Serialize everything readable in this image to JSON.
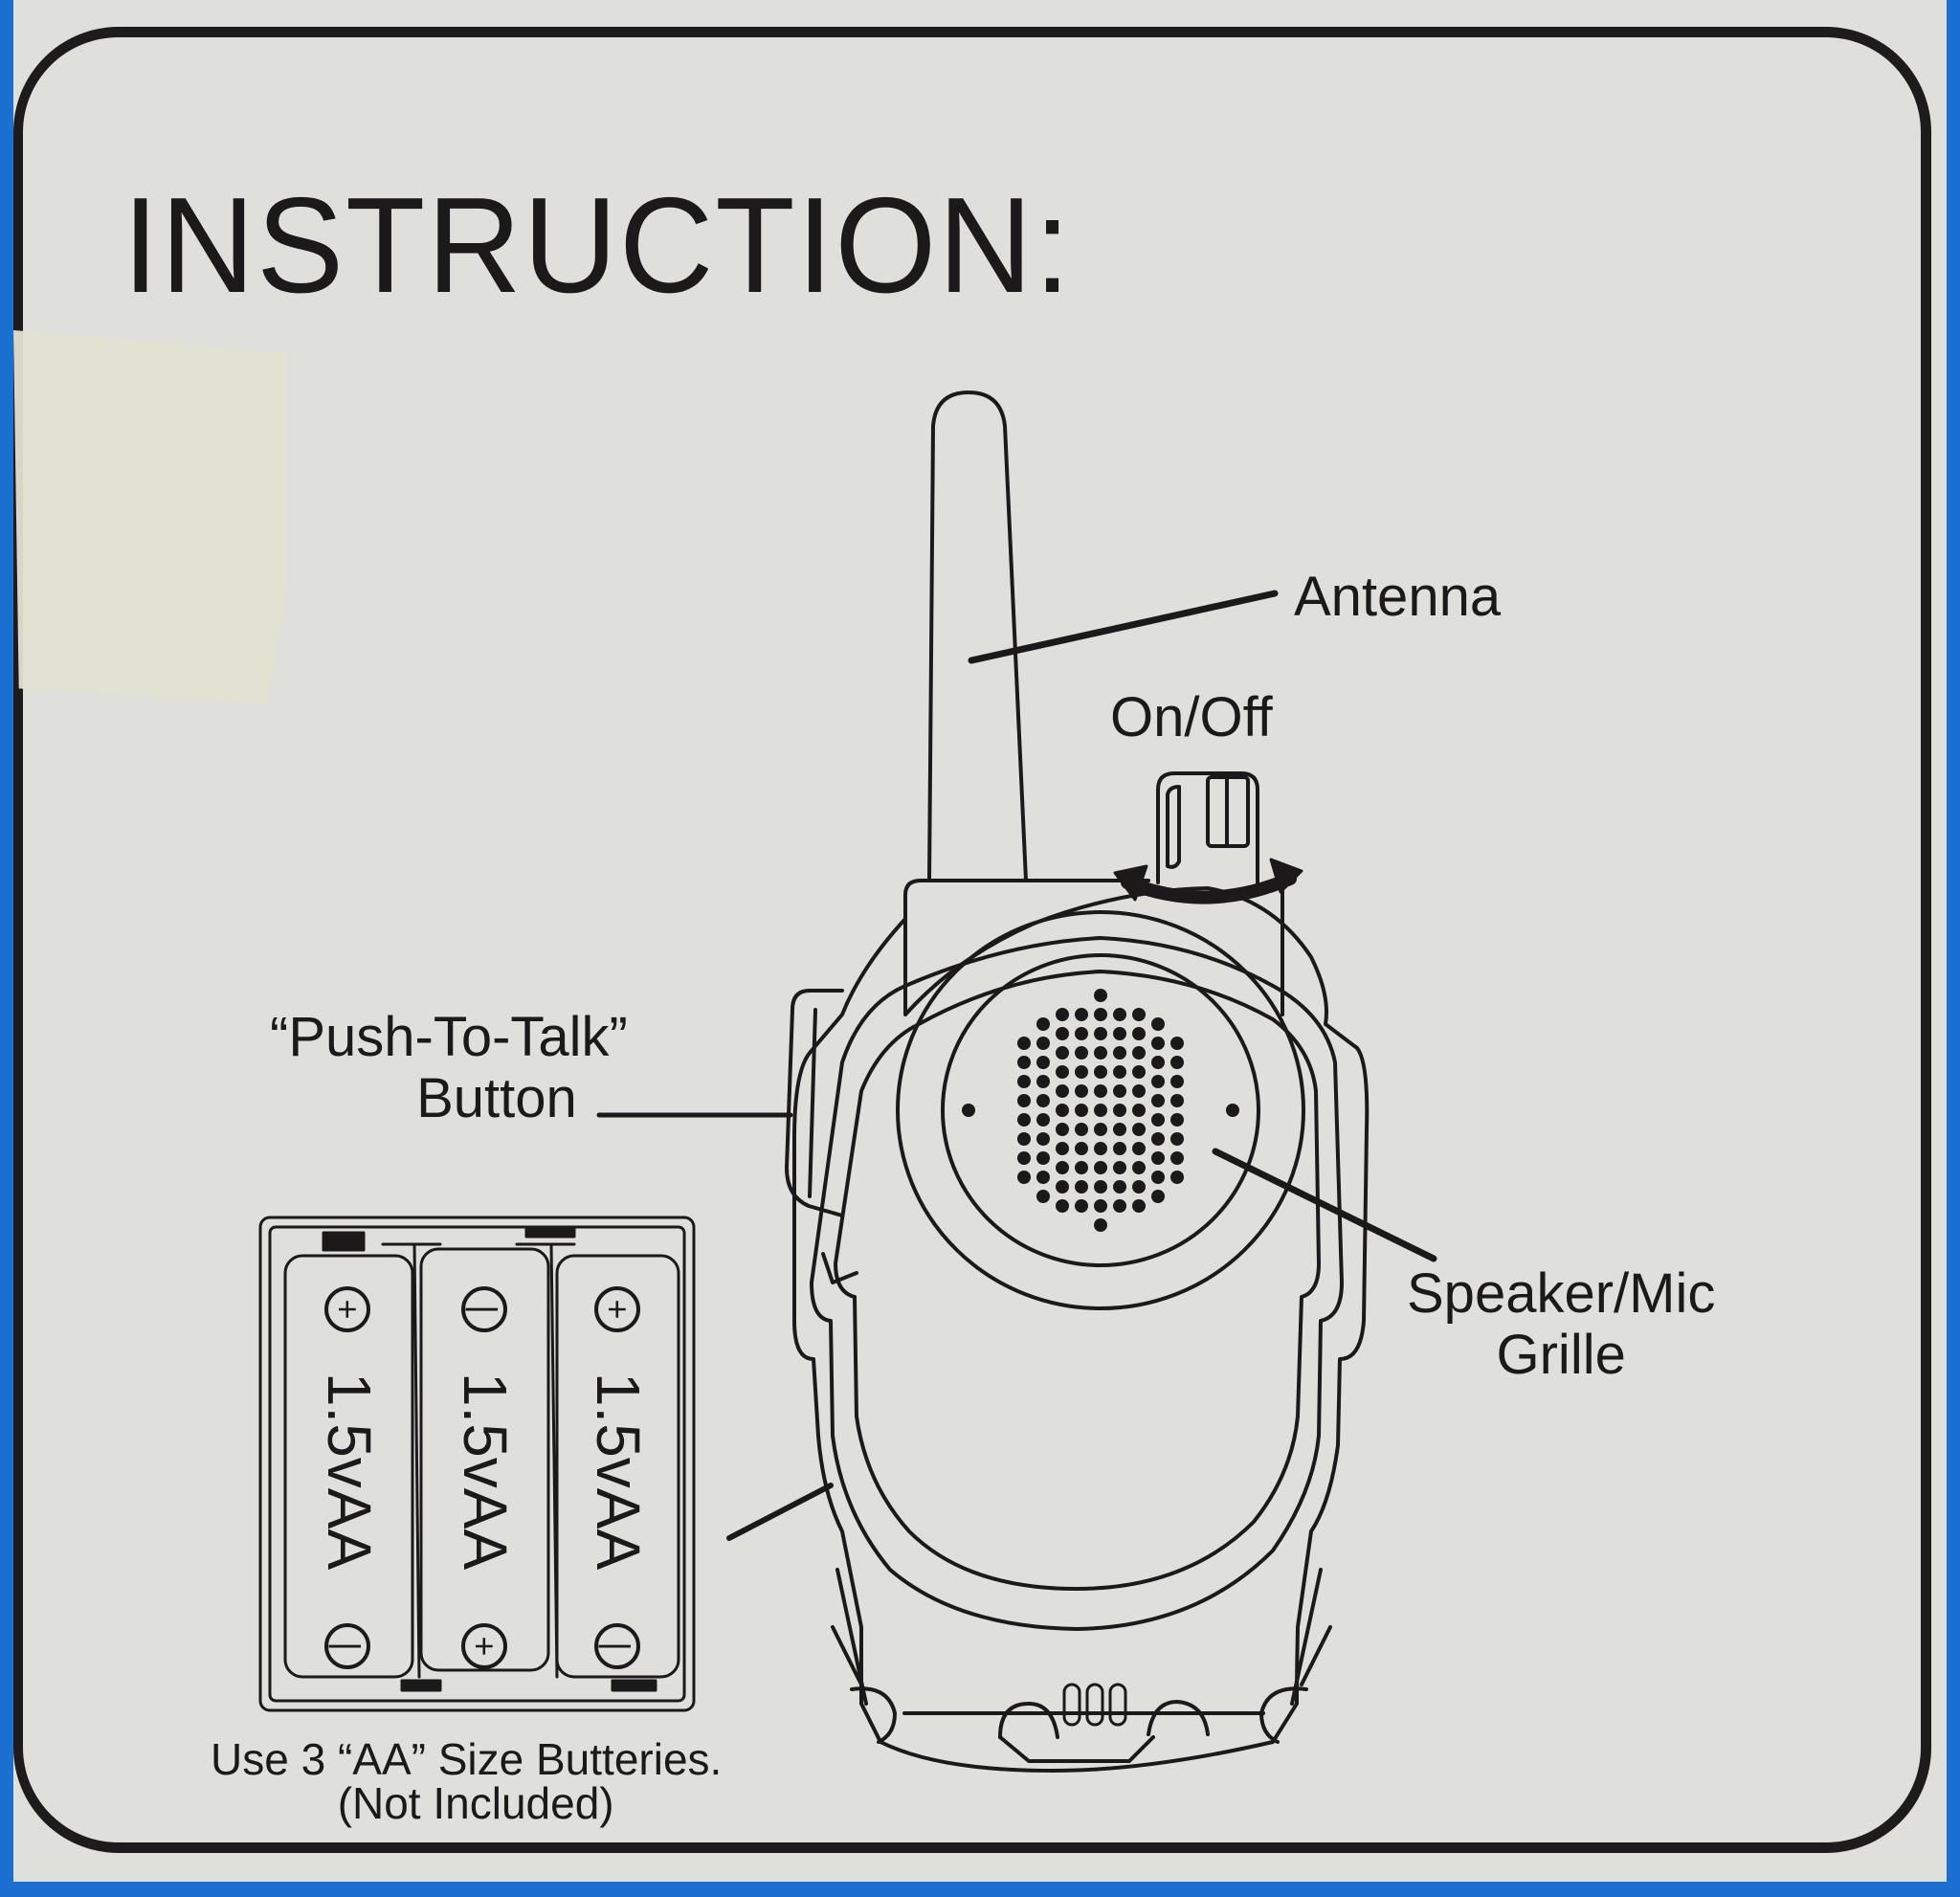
{
  "title": "INSTRUCTION:",
  "labels": {
    "antenna": "Antenna",
    "on_off": "On/Off",
    "push_to_talk_line1": "“Push-To-Talk”",
    "push_to_talk_line2": "Button",
    "speaker_line1": "Speaker/Mic",
    "speaker_line2": "Grille"
  },
  "battery_compartment": {
    "cells": [
      {
        "label": "1.5vAA",
        "top_terminal": "+",
        "bottom_terminal": "−"
      },
      {
        "label": "1.5vAA",
        "top_terminal": "−",
        "bottom_terminal": "+"
      },
      {
        "label": "1.5vAA",
        "top_terminal": "+",
        "bottom_terminal": "−"
      }
    ],
    "note_line1": "Use 3 “AA” Size Butteries.",
    "note_line2": "(Not Included)"
  },
  "device_marking": "000",
  "colors": {
    "ink": "#1b191a",
    "paper": "#dfdfdc",
    "box_blue": "#1a6fd0"
  }
}
